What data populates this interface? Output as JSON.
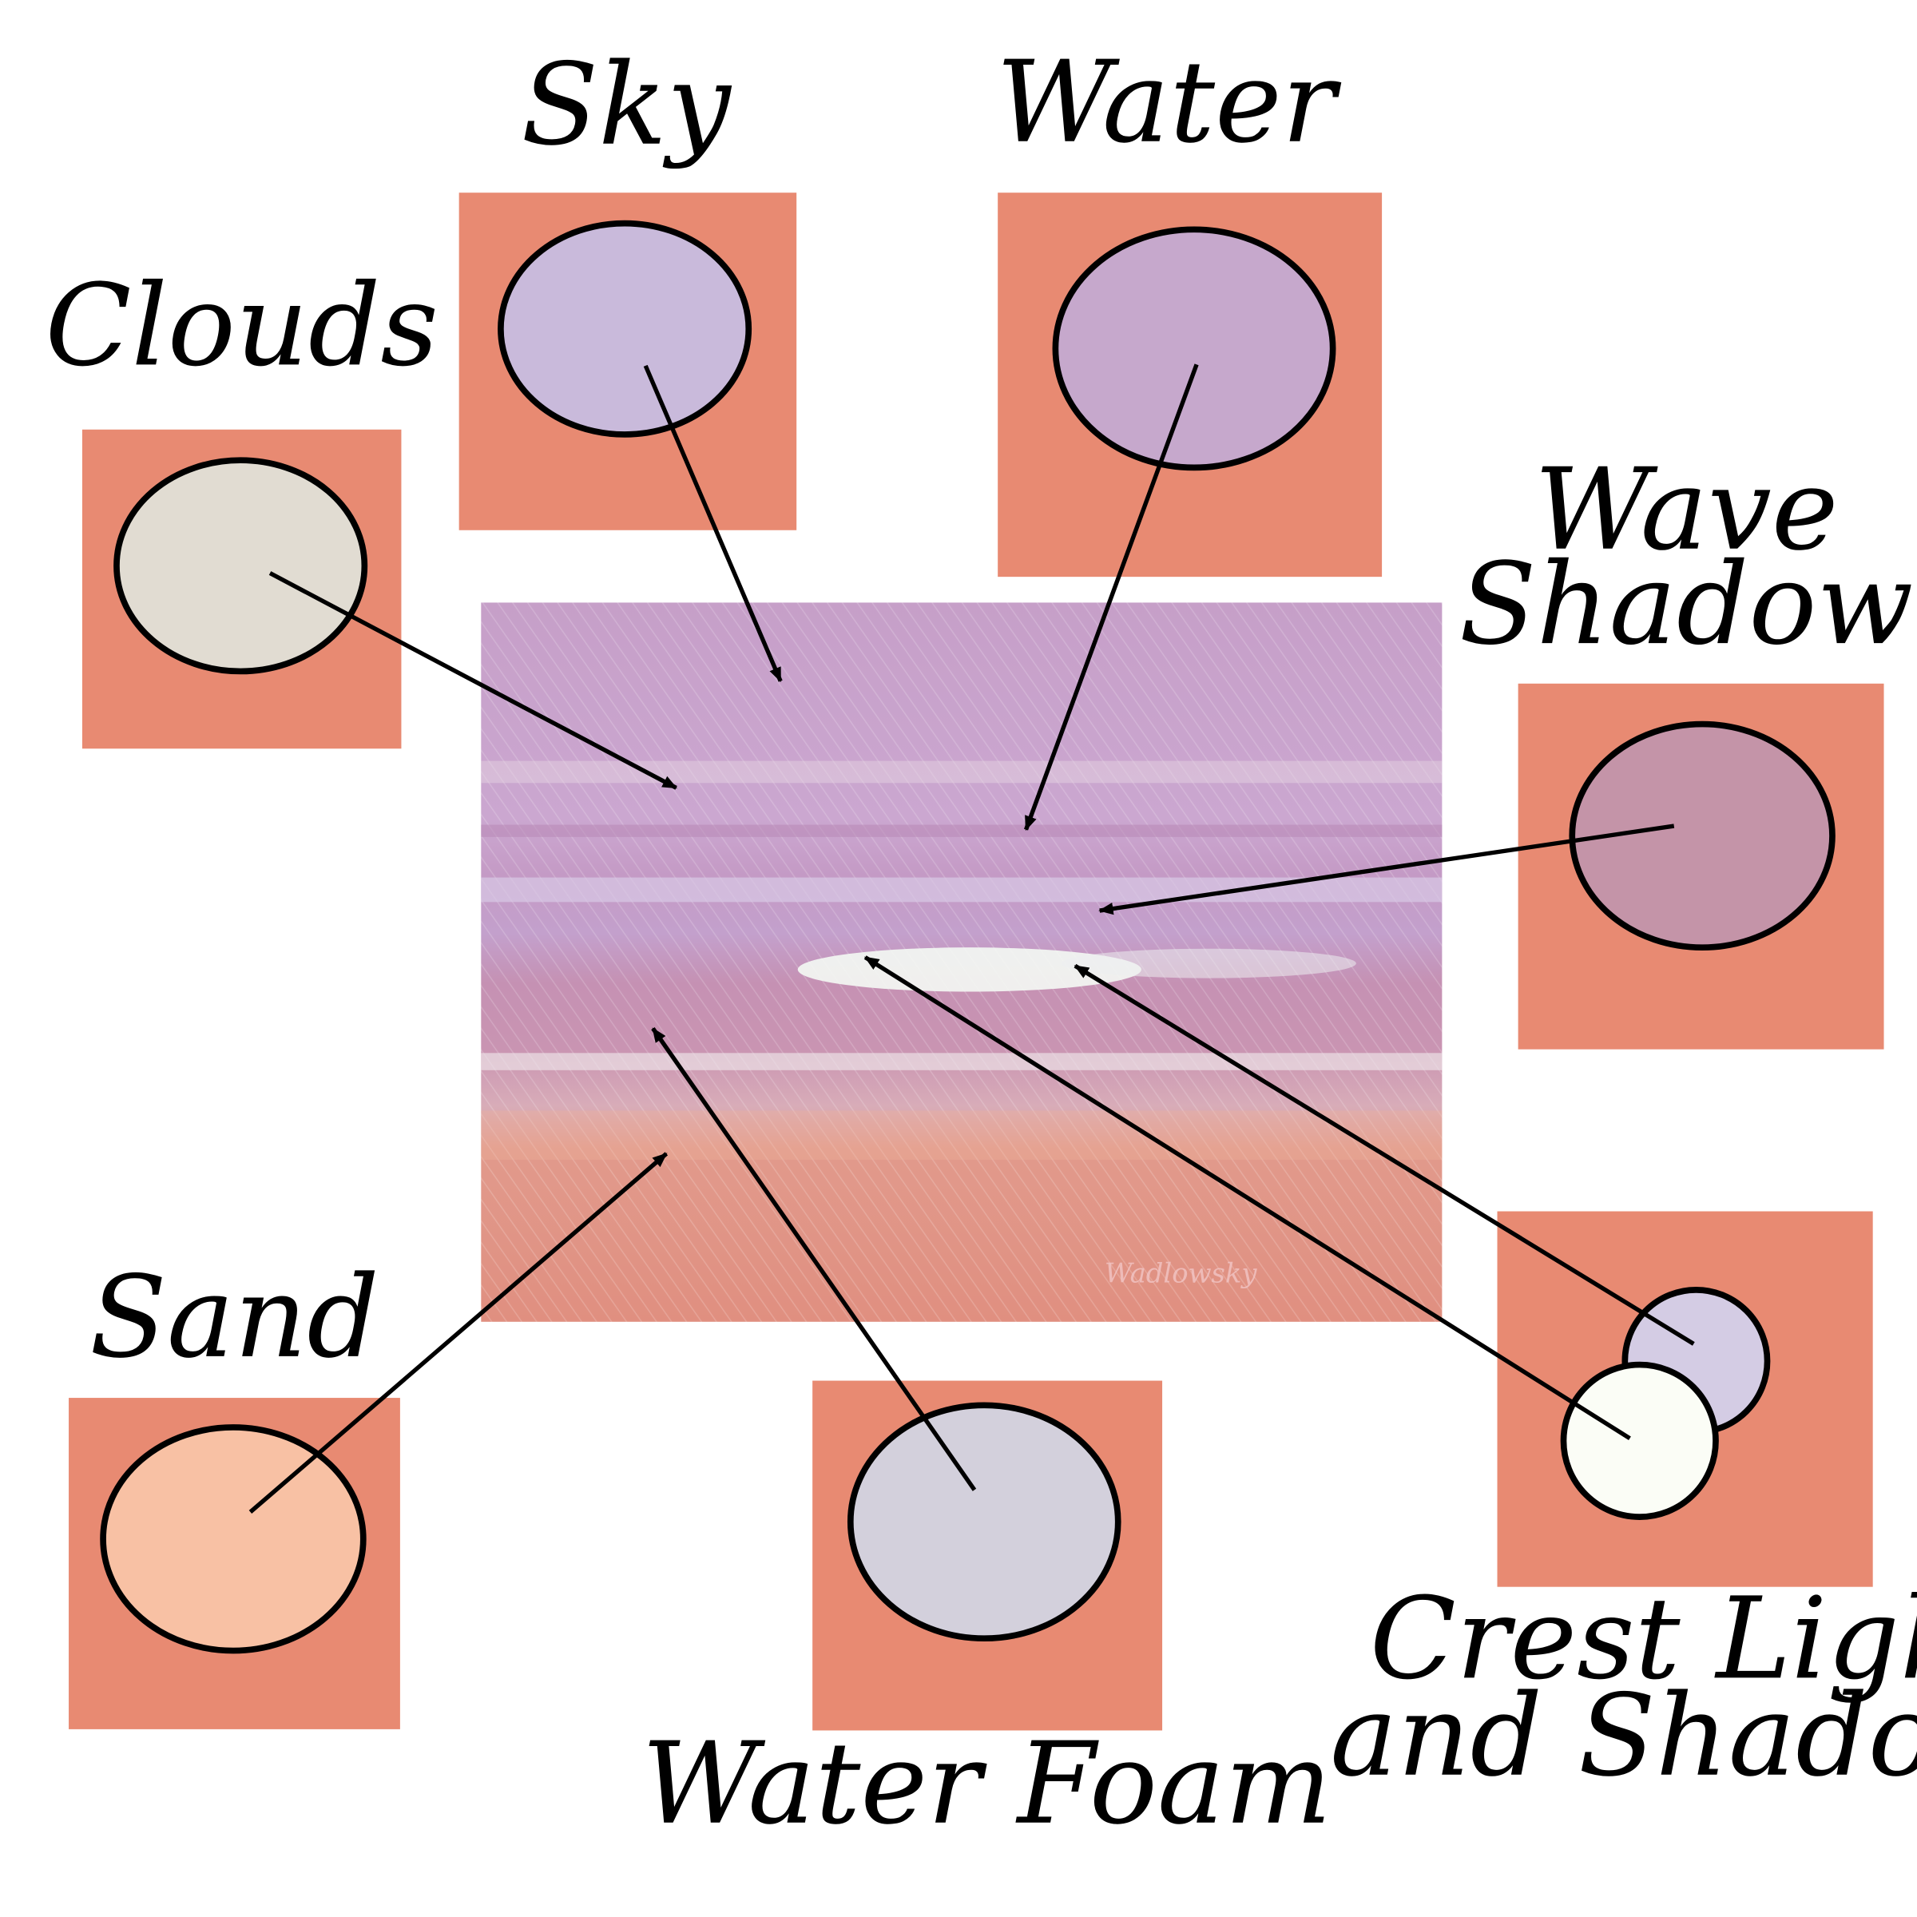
{
  "colors": {
    "swatch_background": "#E88A72",
    "sky": "#C9BADB",
    "water": "#C6A8CC",
    "clouds": "#E1DCD2",
    "wave_shadow": "#C494A8",
    "sand": "#F8C1A4",
    "water_foam": "#D3D0DC",
    "crest_shadow": "#D4CCE4",
    "crest_light": "#FBFDF6",
    "painting_sky": "#C9A2CA",
    "painting_water": "#C68EB0",
    "painting_sand": "#E3917F",
    "foam_highlight": "#F4FAF4"
  },
  "labels": {
    "sky": "Sky",
    "water": "Water",
    "clouds": "Clouds",
    "wave_shadow_line1": "Wave",
    "wave_shadow_line2": "Shadow",
    "sand": "Sand",
    "water_foam": "Water Foam",
    "crest_line1": "Crest Light",
    "crest_line2": "and Shadow"
  },
  "painting": {
    "signature": "Wadlowsky"
  }
}
